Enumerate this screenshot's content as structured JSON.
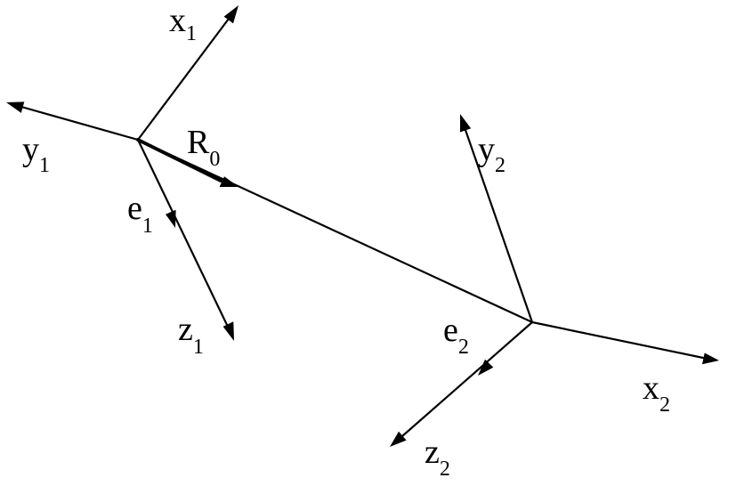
{
  "diagram": {
    "colors": {
      "stroke": "#000000",
      "background": "#ffffff"
    },
    "frame1": {
      "x_axis": {
        "letter": "x",
        "index": "1"
      },
      "y_axis": {
        "letter": "y",
        "index": "1"
      },
      "z_axis": {
        "letter": "z",
        "index": "1"
      },
      "e_vector": {
        "letter": "e",
        "index": "1"
      }
    },
    "separation": {
      "letter": "R",
      "index": "0"
    },
    "frame2": {
      "x_axis": {
        "letter": "x",
        "index": "2"
      },
      "y_axis": {
        "letter": "y",
        "index": "2"
      },
      "z_axis": {
        "letter": "z",
        "index": "2"
      },
      "e_vector": {
        "letter": "e",
        "index": "2"
      }
    }
  }
}
